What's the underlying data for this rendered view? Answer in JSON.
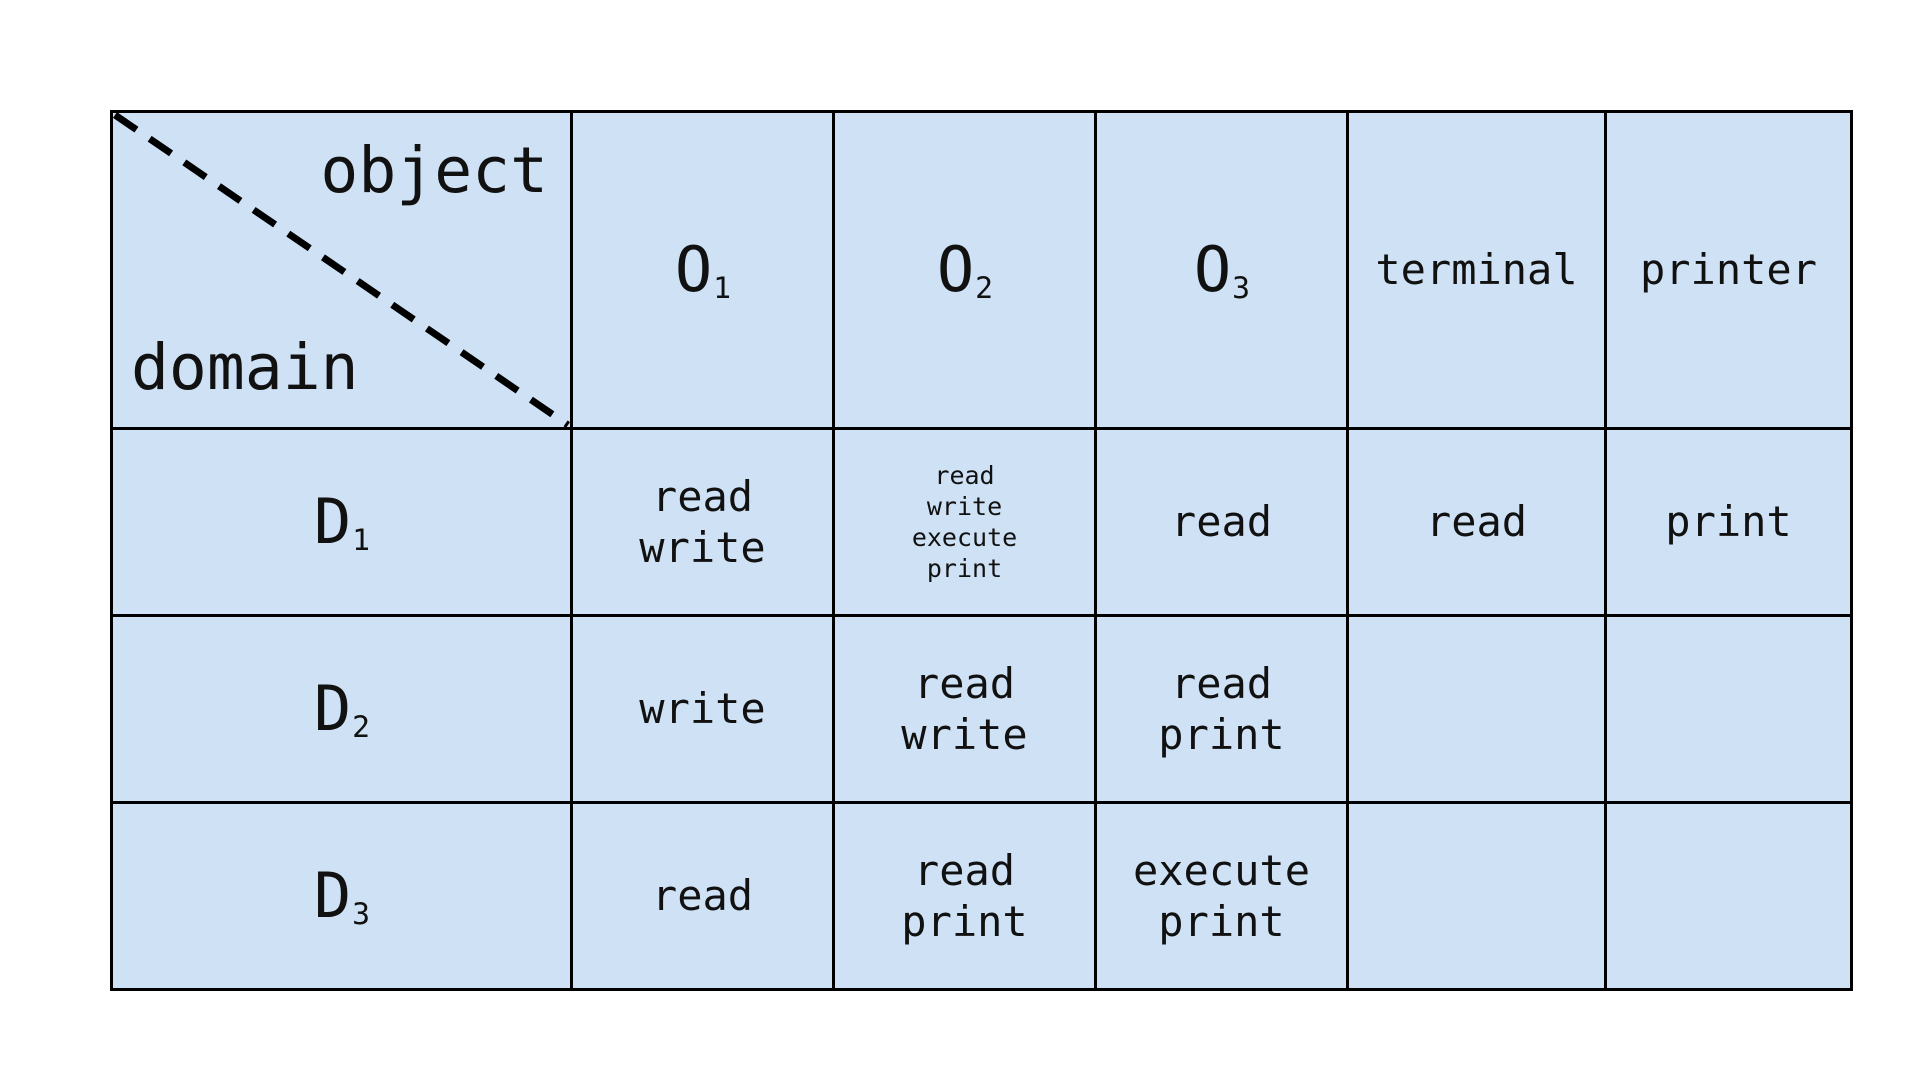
{
  "diagram": {
    "type": "access-control-matrix",
    "corner": {
      "object_label": "object",
      "domain_label": "domain",
      "divider": "dashed-diagonal"
    },
    "colors": {
      "cell_fill": "#cfe2f5",
      "border": "#000000",
      "text": "#111111",
      "page_background": "#ffffff"
    },
    "columns": [
      {
        "key": "o1",
        "label": "O",
        "sub": "1",
        "style": "symbol"
      },
      {
        "key": "o2",
        "label": "O",
        "sub": "2",
        "style": "symbol"
      },
      {
        "key": "o3",
        "label": "O",
        "sub": "3",
        "style": "symbol"
      },
      {
        "key": "terminal",
        "label": "terminal",
        "sub": "",
        "style": "word"
      },
      {
        "key": "printer",
        "label": "printer",
        "sub": "",
        "style": "word"
      }
    ],
    "rows": [
      {
        "key": "d1",
        "label": "D",
        "sub": "1",
        "cells": {
          "o1": "read\nwrite",
          "o2": "read\nwrite\nexecute\nprint",
          "o3": "read",
          "terminal": "read",
          "printer": "print"
        }
      },
      {
        "key": "d2",
        "label": "D",
        "sub": "2",
        "cells": {
          "o1": "write",
          "o2": "read\nwrite",
          "o3": "read\nprint",
          "terminal": "",
          "printer": ""
        }
      },
      {
        "key": "d3",
        "label": "D",
        "sub": "3",
        "cells": {
          "o1": "read",
          "o2": "read\nprint",
          "o3": "execute\nprint",
          "terminal": "",
          "printer": ""
        }
      }
    ]
  }
}
